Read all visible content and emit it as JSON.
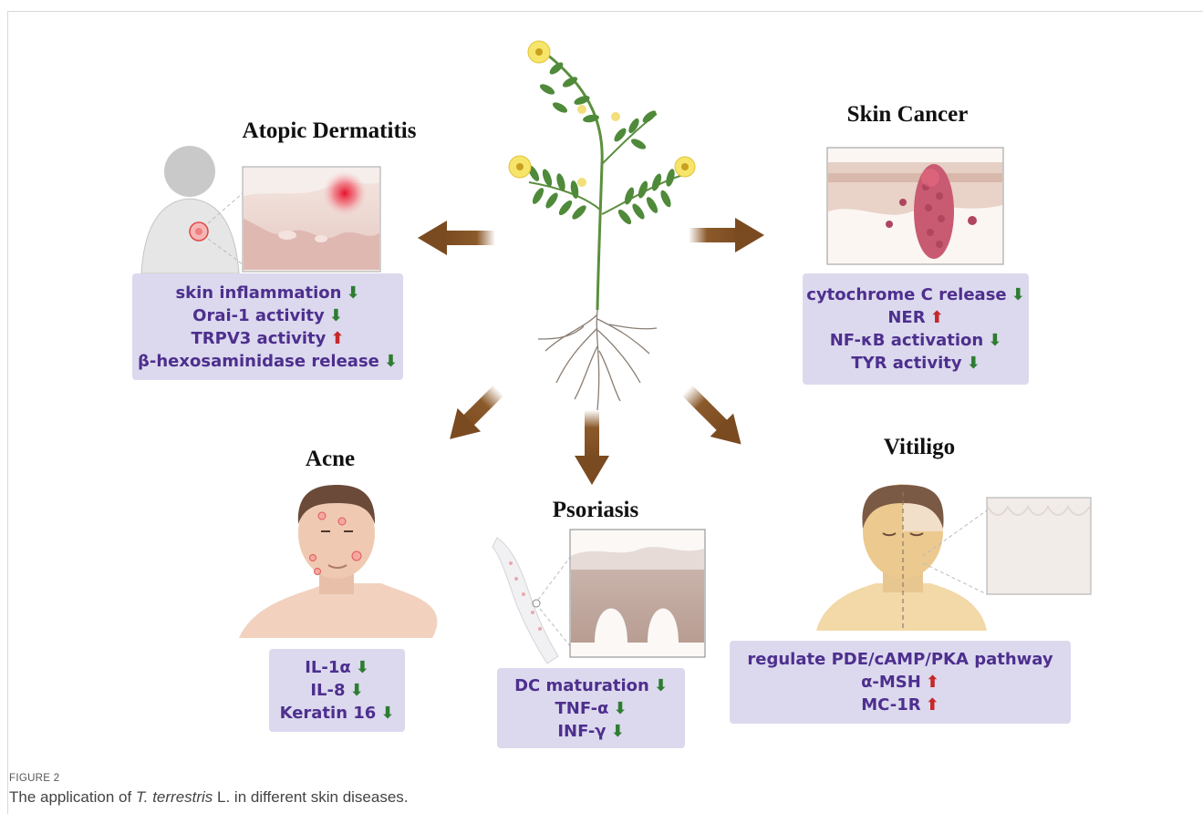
{
  "diagram": {
    "titles": {
      "atopic": "Atopic Dermatitis",
      "skin_cancer": "Skin Cancer",
      "acne": "Acne",
      "psoriasis": "Psoriasis",
      "vitiligo": "Vitiligo"
    },
    "atopic_items": [
      {
        "text": "skin inflammation",
        "dir": "down"
      },
      {
        "text": "Orai-1 activity",
        "dir": "down"
      },
      {
        "text": "TRPV3 activity",
        "dir": "up"
      },
      {
        "text": "β-hexosaminidase release",
        "dir": "down"
      }
    ],
    "cancer_items": [
      {
        "text": "cytochrome C release",
        "dir": "down"
      },
      {
        "text": "NER",
        "dir": "up"
      },
      {
        "text": "NF-κB activation",
        "dir": "down"
      },
      {
        "text": "TYR activity",
        "dir": "down"
      }
    ],
    "acne_items": [
      {
        "text": "IL-1α",
        "dir": "down"
      },
      {
        "text": "IL-8",
        "dir": "down"
      },
      {
        "text": "Keratin 16",
        "dir": "down"
      }
    ],
    "psoriasis_items": [
      {
        "text": "DC maturation",
        "dir": "down"
      },
      {
        "text": "TNF-α",
        "dir": "down"
      },
      {
        "text": "INF-γ",
        "dir": "down"
      }
    ],
    "vitiligo_items": [
      {
        "text": "regulate PDE/cAMP/PKA pathway",
        "dir": "none"
      },
      {
        "text": "α-MSH",
        "dir": "up"
      },
      {
        "text": "MC-1R",
        "dir": "up"
      }
    ],
    "arrow_color": "#8b5a2b",
    "box_color": "#dcd9ee",
    "text_color": "#4d2f8e",
    "down_color": "#2e7d32",
    "up_color": "#c62828"
  },
  "caption": {
    "label": "FIGURE 2",
    "text_pre": "The application of ",
    "text_italic": "T. terrestris",
    "text_post": " L. in different skin diseases."
  }
}
